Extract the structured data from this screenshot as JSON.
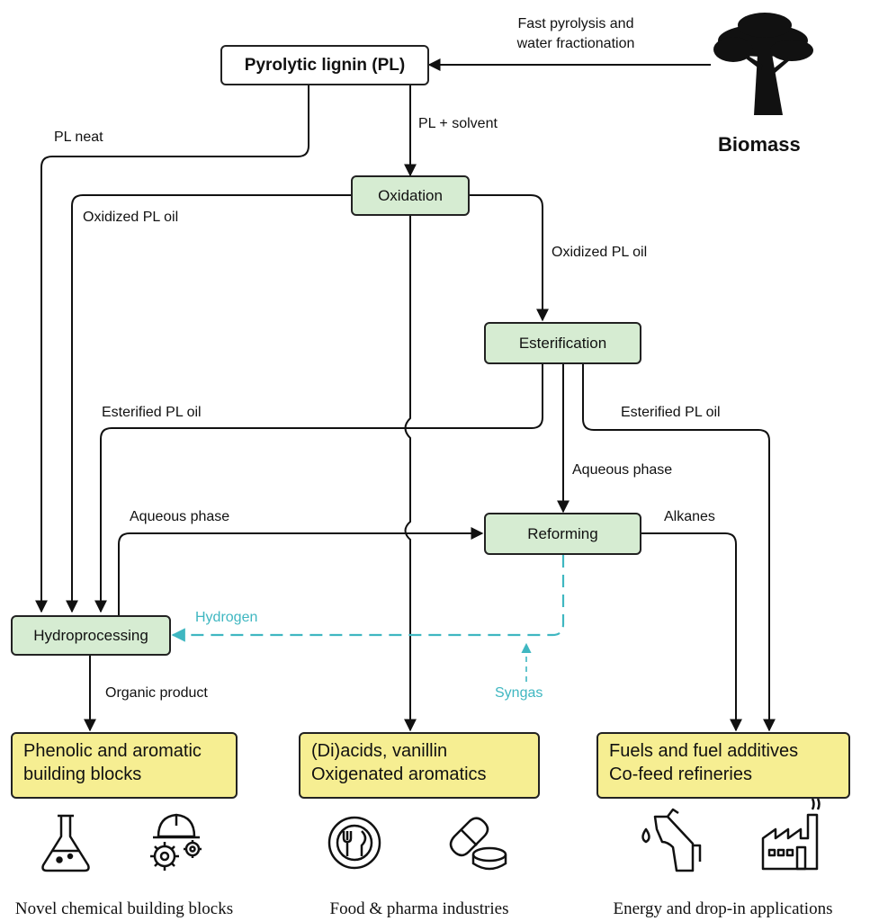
{
  "nodes": {
    "pyrolytic_lignin": "Pyrolytic lignin (PL)",
    "oxidation": "Oxidation",
    "esterification": "Esterification",
    "reforming": "Reforming",
    "hydroprocessing": "Hydroprocessing"
  },
  "outputs": {
    "phenolic": [
      "Phenolic and aromatic",
      "building blocks"
    ],
    "acids": [
      "(Di)acids, vanillin",
      "Oxigenated aromatics"
    ],
    "fuels": [
      "Fuels and fuel additives",
      "Co-feed refineries"
    ]
  },
  "edge_labels": {
    "fast_pyrolysis": [
      "Fast pyrolysis and",
      "water fractionation"
    ],
    "pl_neat": "PL neat",
    "pl_solvent": "PL + solvent",
    "oxidized_left": "Oxidized PL oil",
    "oxidized_right": "Oxidized PL oil",
    "esterified_left": "Esterified PL oil",
    "esterified_right": "Esterified PL oil",
    "aqueous_phase_right": "Aqueous phase",
    "aqueous_phase_left": "Aqueous phase",
    "alkanes": "Alkanes",
    "hydrogen": "Hydrogen",
    "syngas": "Syngas",
    "organic_product": "Organic product"
  },
  "biomass_label": "Biomass",
  "captions": {
    "left": "Novel chemical building blocks",
    "middle": "Food & pharma industries",
    "right": "Energy and drop-in applications"
  },
  "icons": [
    "biomass-tree-icon",
    "flask-icon",
    "gears-helmet-icon",
    "plate-cutlery-icon",
    "pills-icon",
    "fuel-nozzle-icon",
    "factory-icon"
  ],
  "colors": {
    "process_fill": "#d6ecd2",
    "output_fill": "#f6ee92",
    "hydrogen_line": "#3fb7c1"
  }
}
